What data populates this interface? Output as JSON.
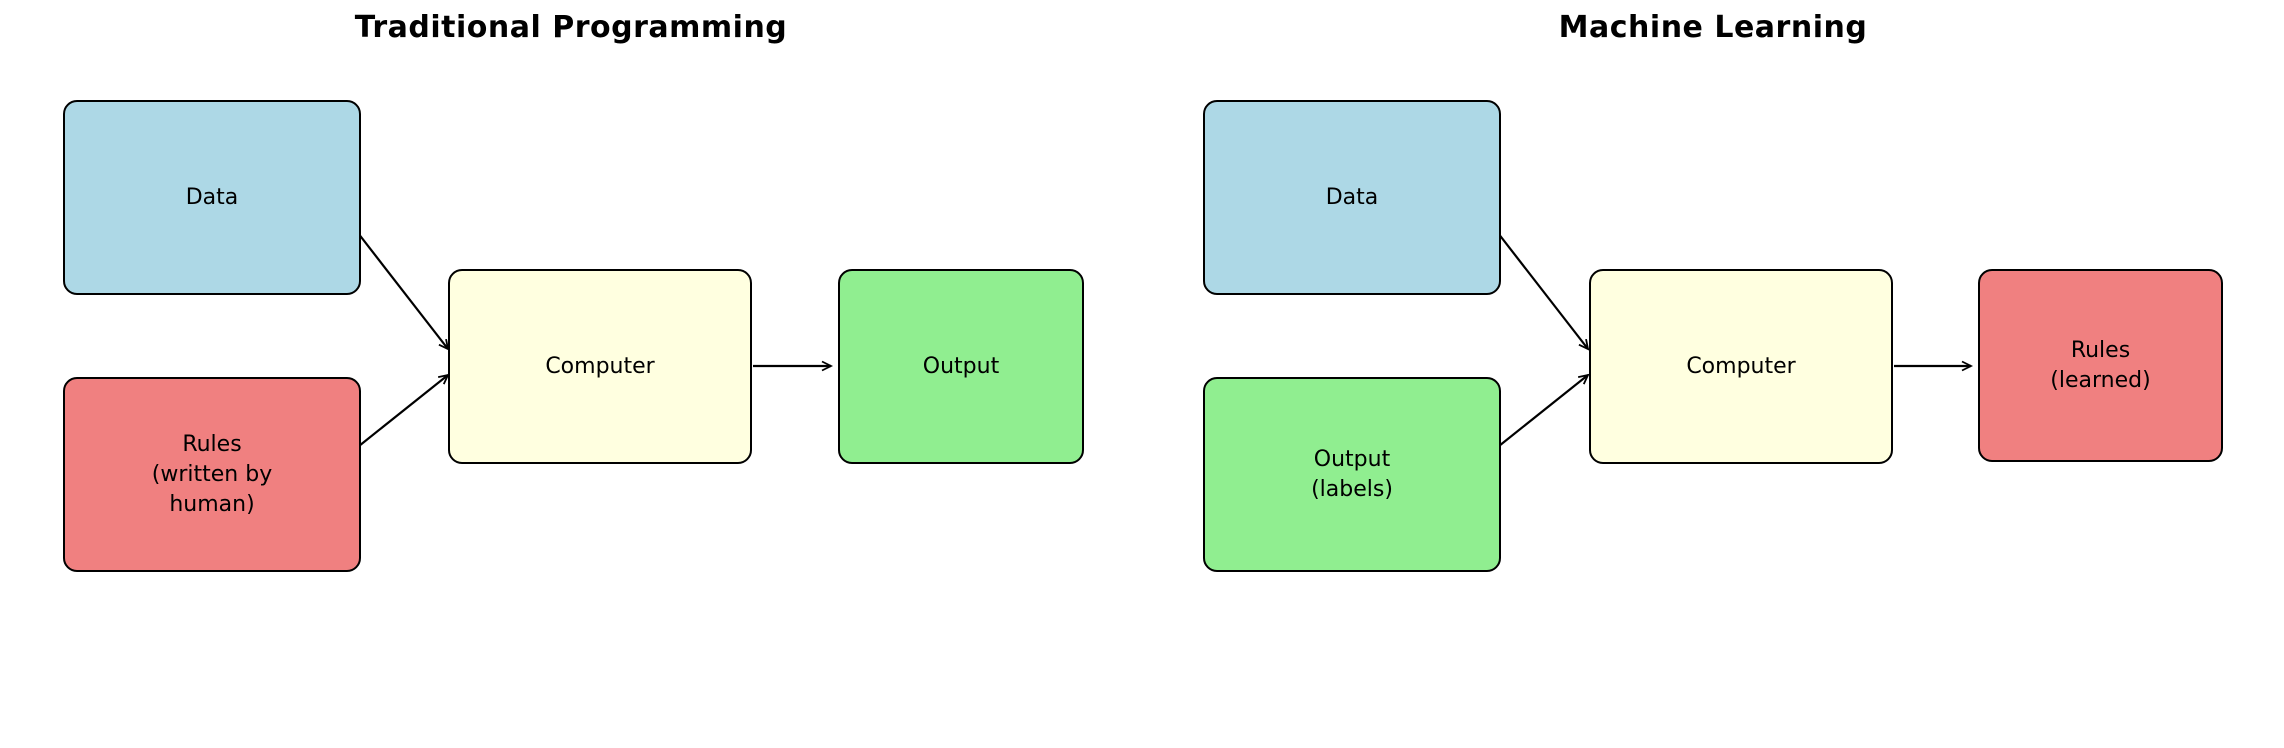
{
  "figure": {
    "background": "#ffffff",
    "text_color": "#000000",
    "arrow_color": "#000000",
    "border_color": "#000000"
  },
  "diagrams": [
    {
      "title": "Traditional Programming",
      "nodes": [
        {
          "id": "data",
          "label": "Data",
          "color": "#add8e6"
        },
        {
          "id": "rules",
          "label": "Rules\n(written by\nhuman)",
          "color": "#f08080"
        },
        {
          "id": "computer",
          "label": "Computer",
          "color": "#ffffe0"
        },
        {
          "id": "output",
          "label": "Output",
          "color": "#90ee90"
        }
      ],
      "edges": [
        {
          "from": "Data",
          "to": "Computer"
        },
        {
          "from": "Rules (written by human)",
          "to": "Computer"
        },
        {
          "from": "Computer",
          "to": "Output"
        }
      ]
    },
    {
      "title": "Machine Learning",
      "nodes": [
        {
          "id": "data",
          "label": "Data",
          "color": "#add8e6"
        },
        {
          "id": "output",
          "label": "Output\n(labels)",
          "color": "#90ee90"
        },
        {
          "id": "computer",
          "label": "Computer",
          "color": "#ffffe0"
        },
        {
          "id": "rules",
          "label": "Rules\n(learned)",
          "color": "#f08080"
        }
      ],
      "edges": [
        {
          "from": "Data",
          "to": "Computer"
        },
        {
          "from": "Output (labels)",
          "to": "Computer"
        },
        {
          "from": "Computer",
          "to": "Rules (learned)"
        }
      ]
    }
  ]
}
